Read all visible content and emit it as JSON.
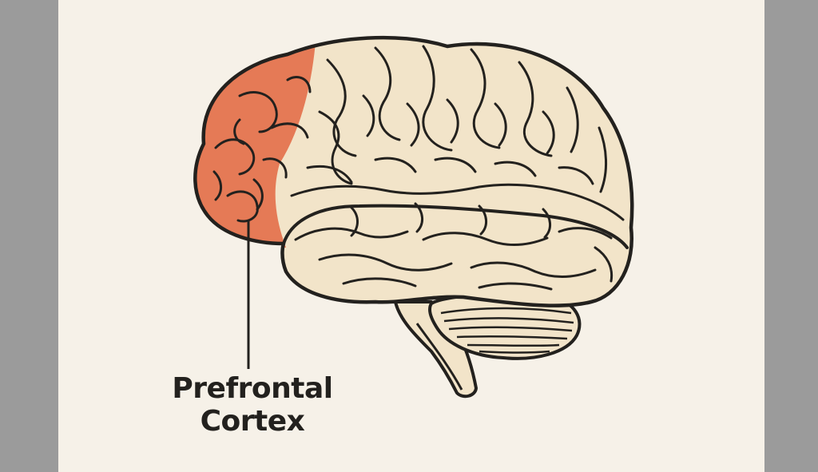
{
  "diagram": {
    "label_line1": "Prefrontal",
    "label_line2": "Cortex",
    "highlighted_region": "prefrontal-cortex"
  },
  "colors": {
    "background": "#9b9b9b",
    "paper": "#f6f1e8",
    "brain_fill": "#f2e4c9",
    "highlight_fill": "#e57a56",
    "outline": "#23211e"
  }
}
